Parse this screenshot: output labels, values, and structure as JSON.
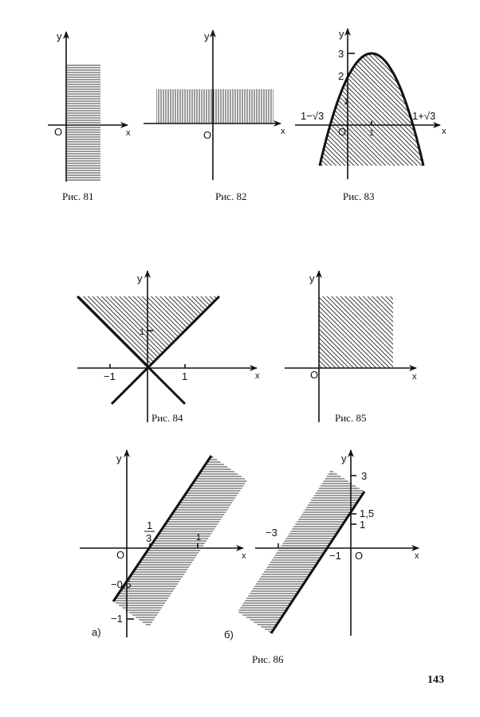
{
  "figures": {
    "fig81": {
      "caption": "Рис. 81",
      "x_label": "x",
      "y_label": "y",
      "origin": "O"
    },
    "fig82": {
      "caption": "Рис. 82",
      "x_label": "x",
      "y_label": "y",
      "origin": "O"
    },
    "fig83": {
      "caption": "Рис. 83",
      "x_label": "x",
      "y_label": "y",
      "origin": "O",
      "ticks": {
        "y3": "3",
        "y2": "2",
        "y1": "1",
        "x1": "1",
        "left_root": "1−√3",
        "right_root": "1+√3"
      }
    },
    "fig84": {
      "caption": "Рис. 84",
      "x_label": "x",
      "y_label": "y",
      "ticks": {
        "xm1": "−1",
        "x1": "1",
        "y1": "1"
      }
    },
    "fig85": {
      "caption": "Рис. 85",
      "x_label": "x",
      "y_label": "y",
      "origin": "O"
    },
    "fig86": {
      "caption": "Рис. 86",
      "a": {
        "label": "а)",
        "x_label": "x",
        "y_label": "y",
        "origin": "O",
        "ticks": {
          "third_num": "1",
          "third_den": "3",
          "x1": "1",
          "ym05": "−0,5",
          "ym1": "−1"
        }
      },
      "b": {
        "label": "б)",
        "x_label": "x",
        "y_label": "y",
        "origin": "O",
        "ticks": {
          "y3": "3",
          "y15": "1,5",
          "y1": "1",
          "xm3": "−3",
          "xm1": "−1"
        }
      }
    }
  },
  "page_number": "143"
}
